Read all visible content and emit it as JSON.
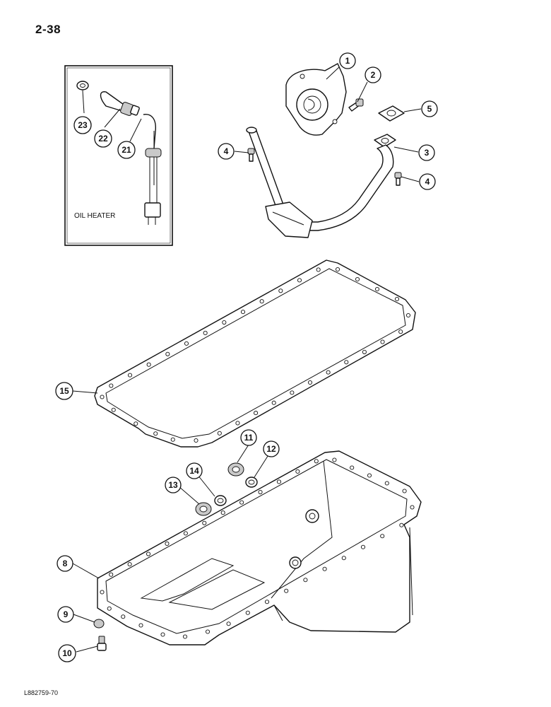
{
  "page": {
    "number": "2-38",
    "footer_code": "L882759-70"
  },
  "inset": {
    "label": "OIL HEATER"
  },
  "callouts": [
    {
      "id": "1",
      "label": "1"
    },
    {
      "id": "2",
      "label": "2"
    },
    {
      "id": "3",
      "label": "3"
    },
    {
      "id": "4a",
      "label": "4"
    },
    {
      "id": "4b",
      "label": "4"
    },
    {
      "id": "5",
      "label": "5"
    },
    {
      "id": "8",
      "label": "8"
    },
    {
      "id": "9",
      "label": "9"
    },
    {
      "id": "10",
      "label": "10"
    },
    {
      "id": "11",
      "label": "11"
    },
    {
      "id": "12",
      "label": "12"
    },
    {
      "id": "13",
      "label": "13"
    },
    {
      "id": "14",
      "label": "14"
    },
    {
      "id": "15",
      "label": "15"
    },
    {
      "id": "21",
      "label": "21"
    },
    {
      "id": "22",
      "label": "22"
    },
    {
      "id": "23",
      "label": "23"
    }
  ]
}
